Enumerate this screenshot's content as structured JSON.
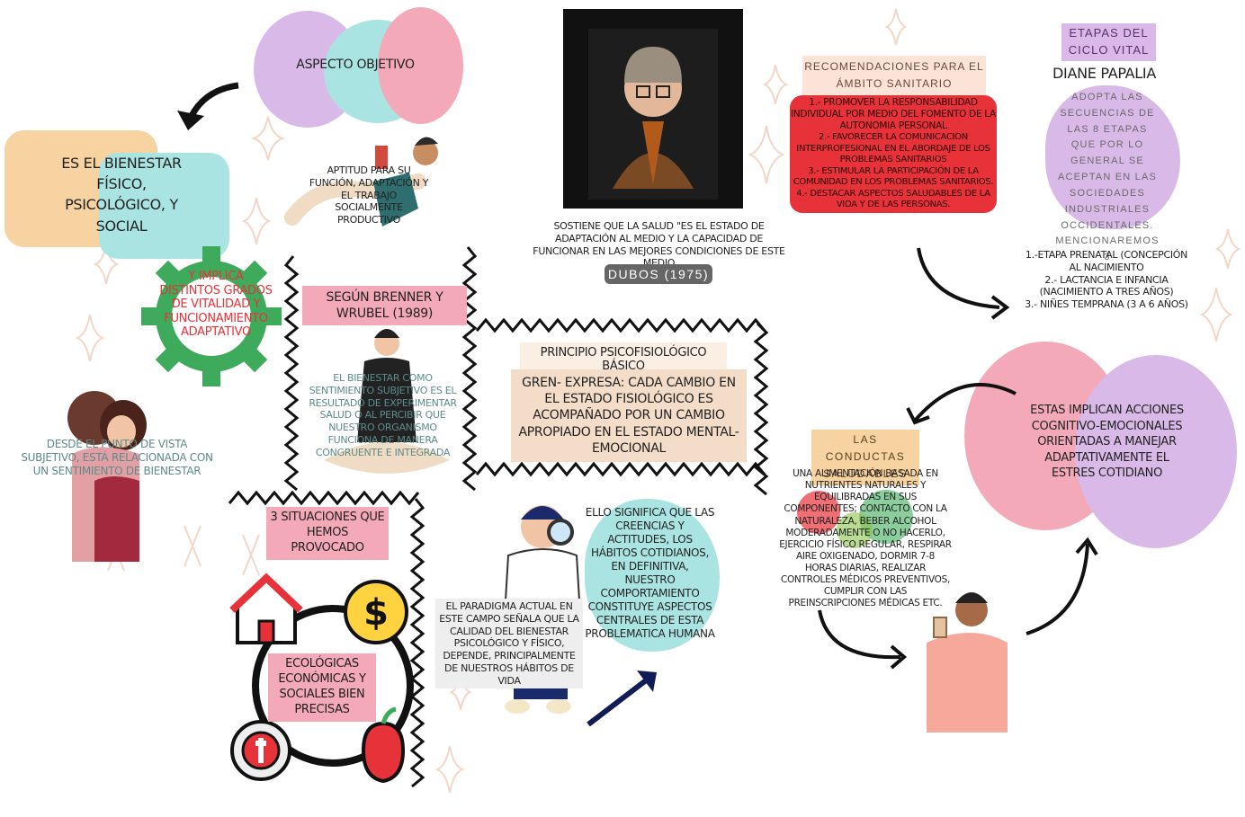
{
  "aspecto_objetivo": {
    "title": "ASPECTO OBJETIVO",
    "text": "APTITUD PARA SU FUNCIÓN, ADAPTACIÓN Y EL TRABAJO SOCIALMENTE PRODUCTIVO"
  },
  "bienestar": {
    "text": "ES EL BIENESTAR FÍSICO, PSICOLÓGICO, Y SOCIAL",
    "gear_text": "Y IMPLICA DISTINTOS GRADOS DE VITALIDAD Y FUNCIONAMIENTO ADAPTATIVO",
    "subjetivo": "DESDE EL PUNTO DE VISTA SUBJETIVO, ESTÁ RELACIONADA CON UN SENTIMIENTO DE BIENESTAR"
  },
  "brenner": {
    "title": "SEGÚN BRENNER Y WRUBEL (1989)",
    "text": "EL BIENESTAR COMO SENTIMIENTO SUBJETIVO ES EL RESULTADO DE EXPERIMENTAR SALUD O AL PERCIBIR QUE NUESTRO ORGANISMO FUNCIONA DE MANERA CONGRUENTE E INTEGRADA"
  },
  "dubos": {
    "quote": "SOSTIENE QUE LA SALUD \"ES EL ESTADO DE ADAPTACIÓN AL MEDIO Y LA CAPACIDAD DE FUNCIONAR EN LAS MEJORES CONDICIONES DE ESTE MEDIO",
    "label": "DUBOS (1975)"
  },
  "principio": {
    "title": "PRINCIPIO PSICOFISIOLÓGICO BÁSICO",
    "text": "GREN- EXPRESA: CADA CAMBIO EN EL ESTADO FISIOLÓGICO ES ACOMPAÑADO POR UN CAMBIO APROPIADO EN EL ESTADO MENTAL- EMOCIONAL"
  },
  "situaciones": {
    "title": "3 SITUACIONES QUE HEMOS PROVOCADO",
    "center": "ECOLÓGICAS ECONÓMICAS Y SOCIALES BIEN PRECISAS"
  },
  "paradigma": {
    "text": "EL PARADIGMA ACTUAL EN ESTE CAMPO SEÑALA QUE LA CALIDAD DEL BIENESTAR PSICOLÓGICO Y FÍSICO, DEPENDE, PRINCIPALMENTE DE NUESTROS HÁBITOS DE VIDA"
  },
  "significa": {
    "text": "ELLO SIGNIFICA QUE LAS CREENCIAS Y ACTITUDES, LOS HÁBITOS COTIDIANOS, EN DEFINITIVA, NUESTRO COMPORTAMIENTO CONSTITUYE ASPECTOS CENTRALES DE ESTA PROBLEMATICA HUMANA"
  },
  "recomendaciones": {
    "title": "RECOMENDACIONES PARA EL ÁMBITO SANITARIO",
    "items": [
      "1.- PROMOVER LA RESPONSABILIDAD INDIVIDUAL POR MEDIO DEL FOMENTO DE LA AUTONOMIA PERSONAL",
      "2.- FAVORECER LA COMUNICACION INTERPROFESIONAL EN EL ABORDAJE DE LOS PROBLEMAS SANITARIOS",
      "3.- ESTIMULAR LA PARTICIPACIÓN DE LA COMUNIDAD EN LOS PROBLEMAS SANITARIOS.",
      "4.- DESTACAR ASPECTOS SALUDABLES DE LA VIDA Y DE LAS PERSONAS."
    ]
  },
  "etapas": {
    "title": "ETAPAS DEL CICLO VITAL",
    "author": "DIANE PAPALIA",
    "text": "ADOPTA LAS SECUENCIAS DE LAS 8 ETAPAS QUE POR LO GENERAL SE ACEPTAN EN LAS SOCIEDADES INDUSTRIALES OCCIDENTALES. MENCIONAREMOS 3",
    "list": [
      "1.-ETAPA PRENATAL (CONCEPCIÓN AL NACIMIENTO",
      "2.- LACTANCIA E INFANCIA (NACIMIENTO A TRES AÑOS)",
      "3.- NIÑES TEMPRANA (3 A 6 AÑOS)"
    ]
  },
  "estres": {
    "text": "ESTAS IMPLICAN ACCIONES COGNITIVO-EMOCIONALES ORIENTADAS A MANEJAR ADAPTATIVAMENTE EL ESTRES COTIDIANO"
  },
  "conductas": {
    "title": "LAS CONDUCTAS SALUDABLES",
    "text": "UNA ALIMENTACIÓN BASADA EN NUTRIENTES NATURALES Y EQUILIBRADAS EN SUS COMPONENTES; CONTACTO CON LA NATURALEZA, BEBER ALCOHOL MODERADAMENTE O NO HACERLO, EJERCICIO FÍSICO REGULAR, RESPIRAR AIRE OXIGENADO, DORMIR 7-8 HORAS DIARIAS, REALIZAR CONTROLES MÉDICOS PREVENTIVOS, CUMPLIR CON LAS PREINSCRIPCIONES MÉDICAS ETC."
  },
  "colors": {
    "lilac": "#d9b9e8",
    "teal": "#a9e4e2",
    "pink": "#f4a9b8",
    "peach": "#f8d3a2",
    "red": "#e8323a",
    "green": "#3dab5b",
    "beige": "#f3dcc8"
  }
}
